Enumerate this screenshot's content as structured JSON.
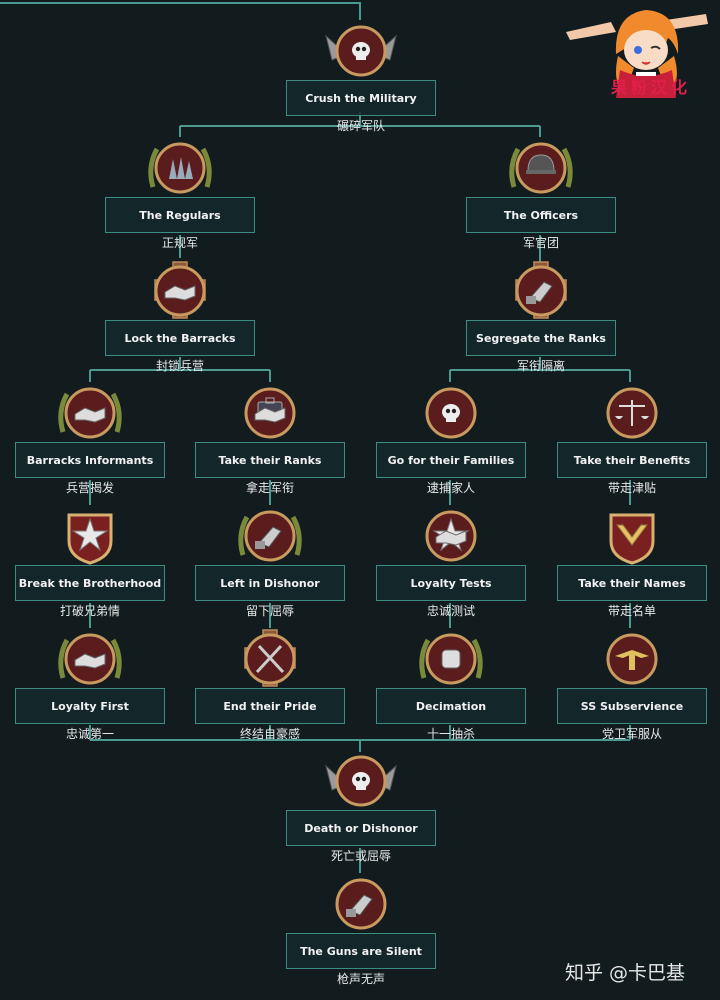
{
  "focuses": [
    {
      "id": "crush",
      "en": "Crush the Military",
      "cn": "碾碎军队",
      "icon": "skull-wings-medal-icon"
    },
    {
      "id": "regulars",
      "en": "The Regulars",
      "cn": "正规军",
      "icon": "soldiers-laurel-icon"
    },
    {
      "id": "officers",
      "en": "The Officers",
      "cn": "军官团",
      "icon": "helmet-laurel-icon"
    },
    {
      "id": "lock",
      "en": "Lock the Barracks",
      "cn": "封锁兵营",
      "icon": "handshake-cross-icon"
    },
    {
      "id": "segregate",
      "en": "Segregate the Ranks",
      "cn": "军衔隔离",
      "icon": "gauntlet-cross-icon"
    },
    {
      "id": "informants",
      "en": "Barracks Informants",
      "cn": "兵营揭发",
      "icon": "handshake-wreath-icon"
    },
    {
      "id": "takeranks",
      "en": "Take their Ranks",
      "cn": "拿走军衔",
      "icon": "briefcase-handshake-icon"
    },
    {
      "id": "families",
      "en": "Go for their Families",
      "cn": "逮捕家人",
      "icon": "skull-medal-icon"
    },
    {
      "id": "benefits",
      "en": "Take their Benefits",
      "cn": "带走津贴",
      "icon": "scales-icon"
    },
    {
      "id": "brotherhood",
      "en": "Break the Brotherhood",
      "cn": "打破兄弟情",
      "icon": "star-shield-icon"
    },
    {
      "id": "dishonor",
      "en": "Left in Dishonor",
      "cn": "留下屈辱",
      "icon": "gauntlet-wreath-icon"
    },
    {
      "id": "loyaltytests",
      "en": "Loyalty Tests",
      "cn": "忠诚测试",
      "icon": "star-handshake-icon"
    },
    {
      "id": "names",
      "en": "Take their Names",
      "cn": "带走名单",
      "icon": "chevron-shield-icon"
    },
    {
      "id": "loyaltyfirst",
      "en": "Loyalty First",
      "cn": "忠诚第一",
      "icon": "handshake-laurel-icon"
    },
    {
      "id": "pride",
      "en": "End their Pride",
      "cn": "终结自豪感",
      "icon": "crossed-hammers-icon"
    },
    {
      "id": "decimation",
      "en": "Decimation",
      "cn": "十一抽杀",
      "icon": "fist-wreath-icon"
    },
    {
      "id": "ss",
      "en": "SS Subservience",
      "cn": "党卫军服从",
      "icon": "eagle-medal-icon"
    },
    {
      "id": "death",
      "en": "Death or Dishonor",
      "cn": "死亡或屈辱",
      "icon": "skull-wings-icon"
    },
    {
      "id": "guns",
      "en": "The Guns are Silent",
      "cn": "枪声无声",
      "icon": "gauntlet-medal-icon"
    }
  ],
  "logo": {
    "text": "果粉汉化",
    "icon": "anime-girl-logo-icon"
  },
  "watermark": "知乎 @卡巴基",
  "colors": {
    "background": "#121c1f",
    "line": "#4a9a92",
    "box_border": "#3c8c84"
  }
}
